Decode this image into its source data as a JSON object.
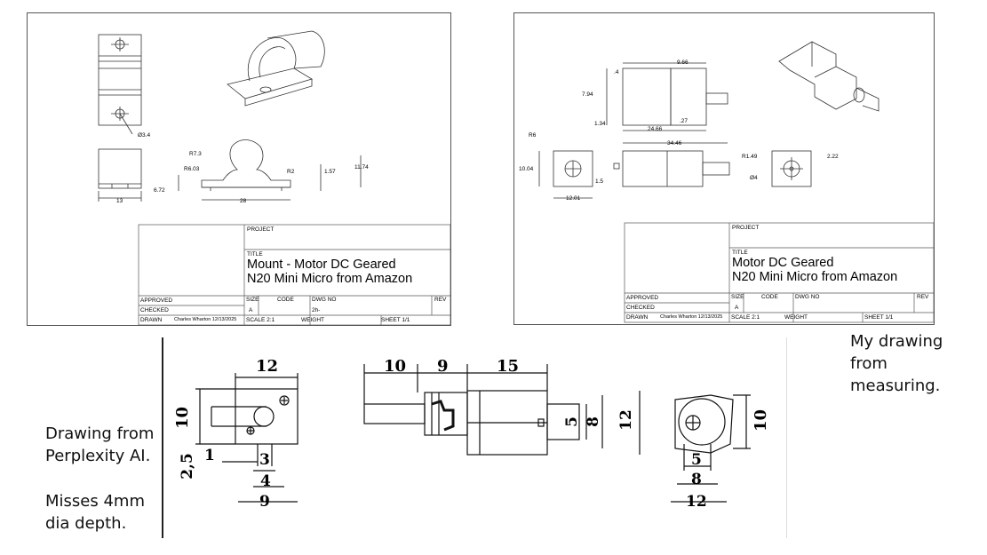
{
  "left_sheet": {
    "dims": {
      "d1": "Ø3.4",
      "r1": "R7.3",
      "r2": "R6.03",
      "r3": "R2",
      "h1": "1.57",
      "h2": "11.74",
      "w1": "13",
      "w2": "6.72",
      "w3": "28"
    },
    "title_block": {
      "project_label": "PROJECT",
      "title_label": "TITLE",
      "title_line1": "Mount - Motor DC Geared",
      "title_line2": "N20 Mini Micro from Amazon",
      "approved": "APPROVED",
      "checked": "CHECKED",
      "drawn": "DRAWN",
      "drawn_by": "Charles Wharton 12/13/2025",
      "size_label": "SIZE",
      "size_value": "A",
      "code_label": "CODE",
      "dwg_label": "DWG NO",
      "dwg_value": "2h-",
      "rev_label": "REV",
      "scale": "SCALE  2:1",
      "weight": "WEIGHT",
      "sheet": "SHEET  1/1"
    }
  },
  "right_sheet": {
    "dims": {
      "a": "9.66",
      "b": ".4",
      "c": "7.94",
      "d": "1.34",
      "e": ".27",
      "f": "24.66",
      "g": "34.46",
      "h": "R6",
      "i": "10.04",
      "j": "1.5",
      "k": "12.01",
      "l": "R1.49",
      "m": "2.22",
      "n": "Ø4"
    },
    "title_block": {
      "project_label": "PROJECT",
      "title_label": "TITLE",
      "title_line1": "Motor DC Geared",
      "title_line2": "N20 Mini Micro from Amazon",
      "approved": "APPROVED",
      "checked": "CHECKED",
      "drawn": "DRAWN",
      "drawn_by": "Charles Wharton 12/13/2025",
      "size_label": "SIZE",
      "size_value": "A",
      "code_label": "CODE",
      "dwg_label": "DWG NO",
      "rev_label": "REV",
      "scale": "SCALE  2:1",
      "weight": "WEIGHT",
      "sheet": "SHEET  1/1"
    }
  },
  "captions": {
    "right": [
      "My drawing",
      "from",
      "measuring."
    ],
    "left_a": [
      "Drawing from",
      "Perplexity AI."
    ],
    "left_b": [
      "Misses 4mm",
      "dia depth."
    ]
  },
  "bottom_dims": {
    "v1_w": "12",
    "v1_h": "10",
    "v1_a": "2,5",
    "v1_b": "1",
    "v1_c": "3",
    "v1_d": "4",
    "v1_e": "9",
    "v2_a": "10",
    "v2_b": "9",
    "v2_c": "15",
    "v2_d": "5",
    "v2_e": "8",
    "v2_f": "12",
    "v3_h": "10",
    "v3_a": "5",
    "v3_b": "8",
    "v3_c": "12"
  }
}
